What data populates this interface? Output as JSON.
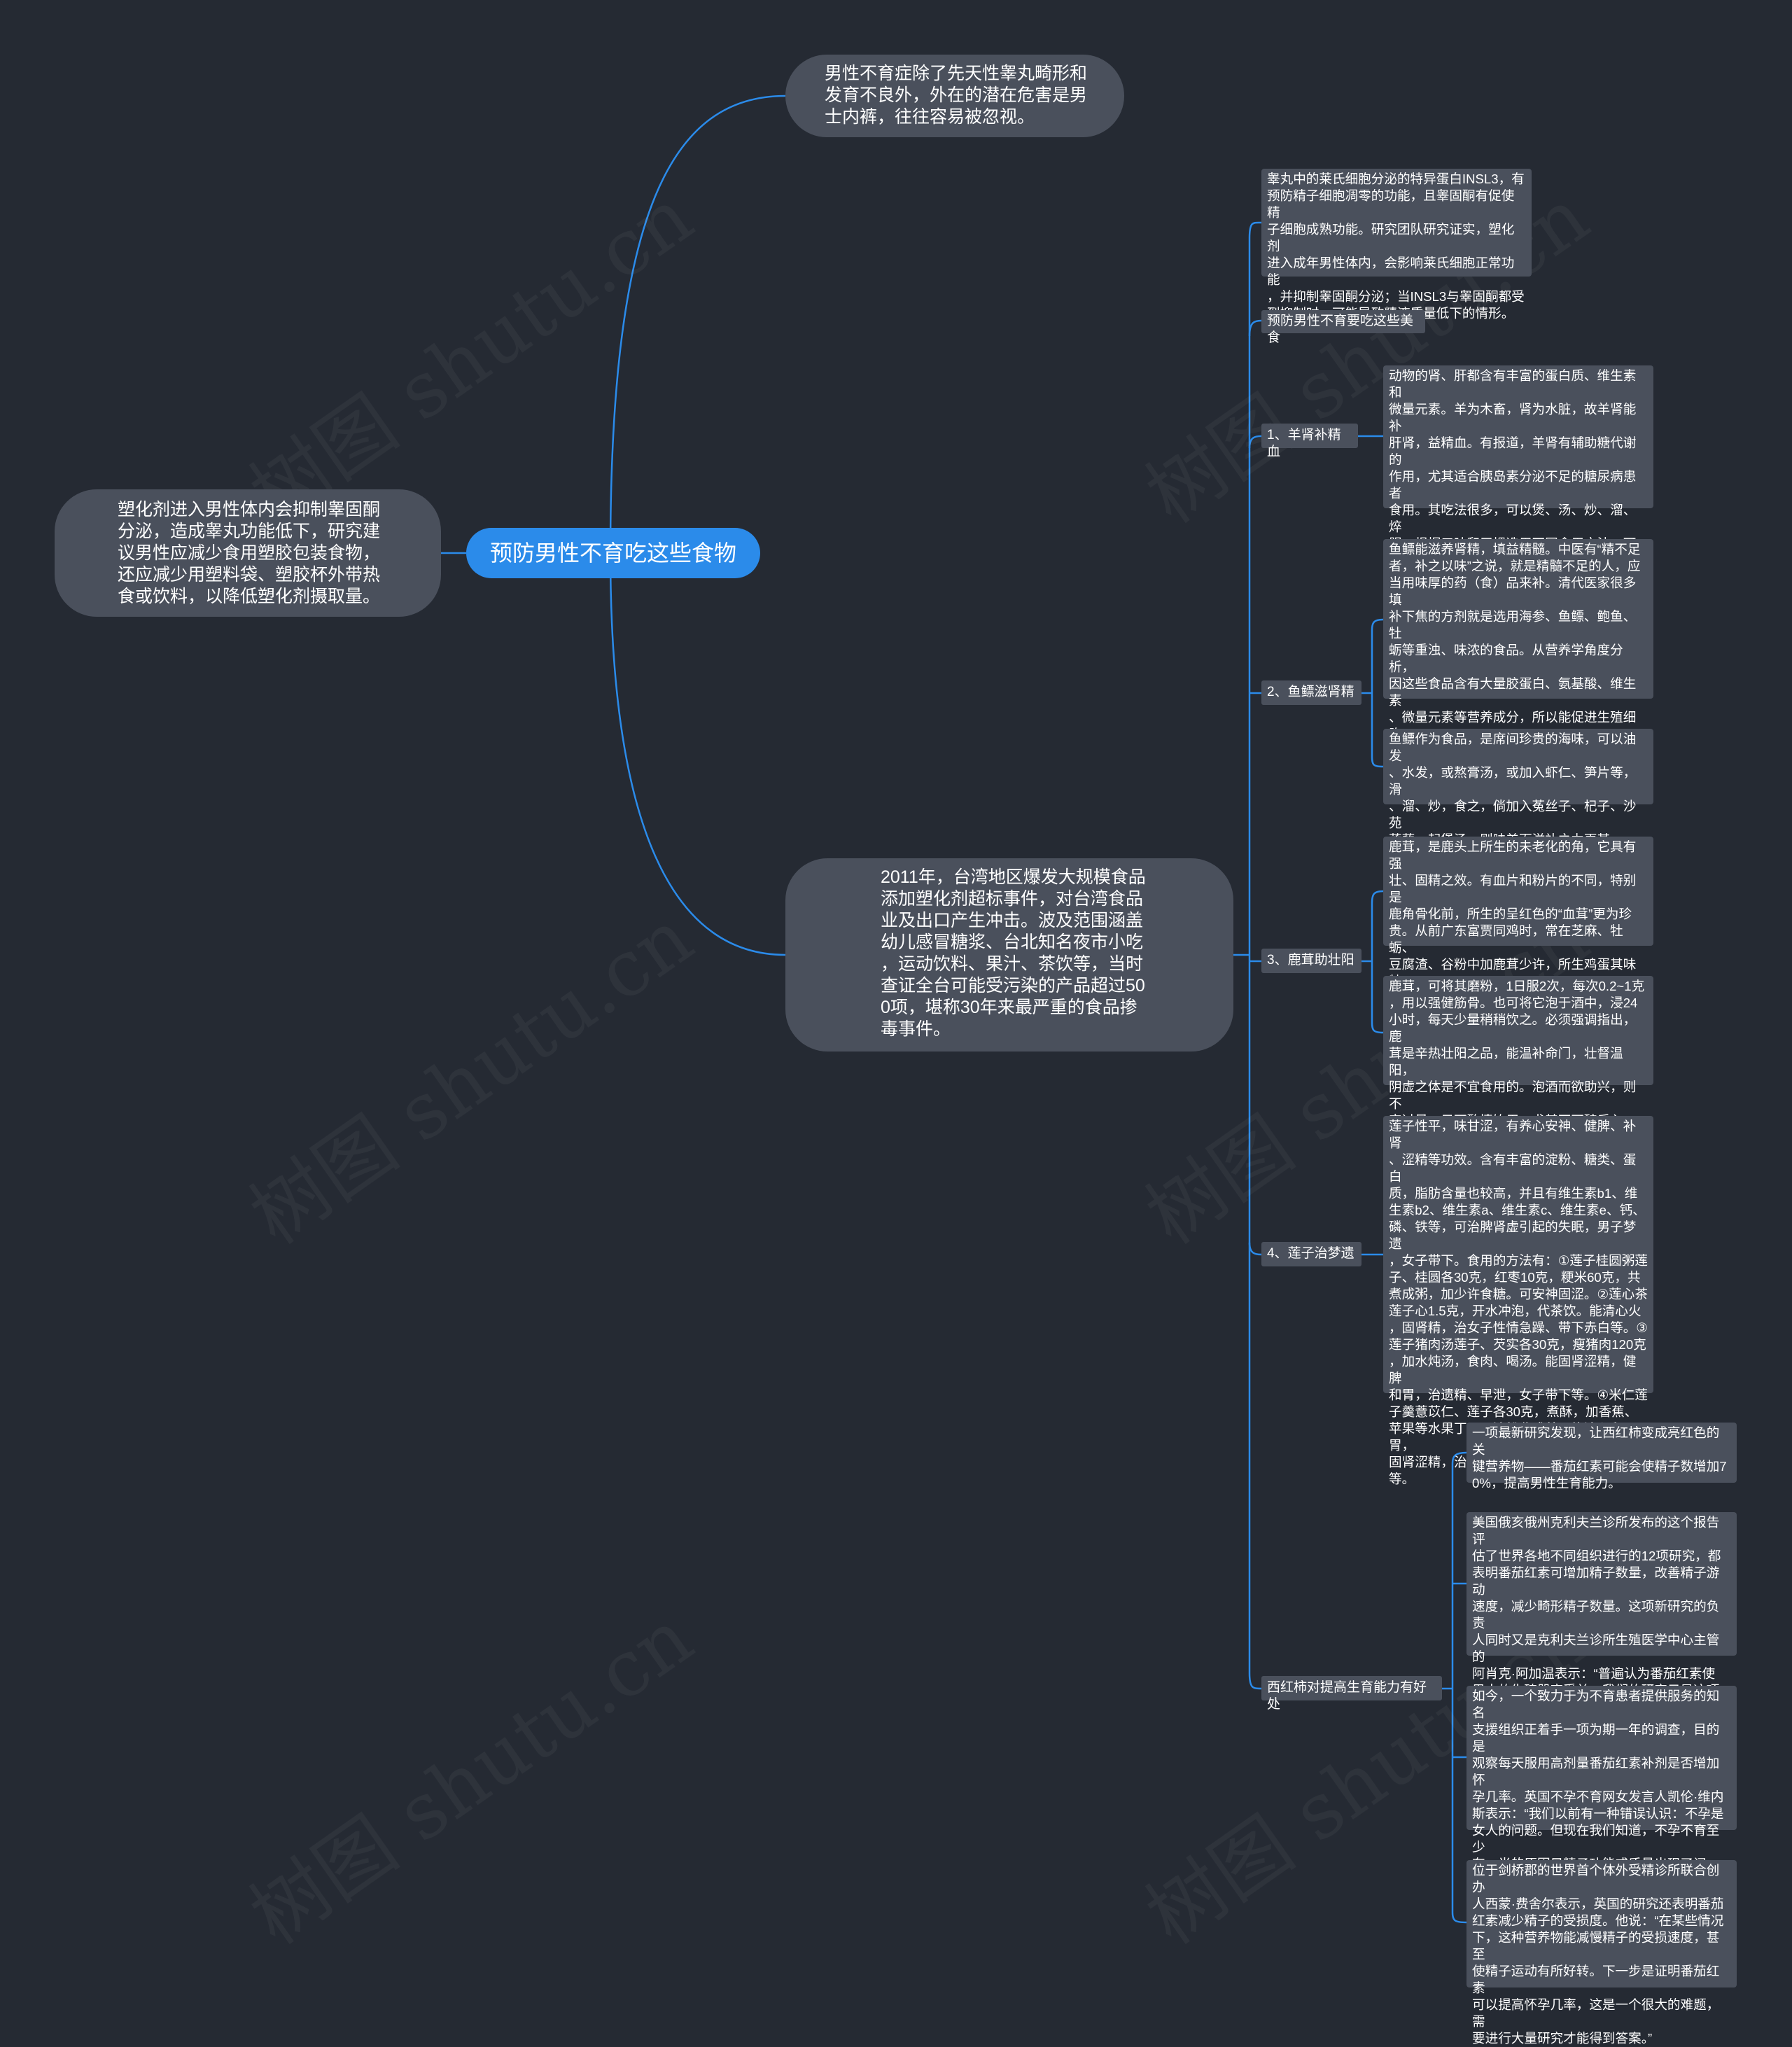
{
  "root": {
    "label": "预防男性不育吃这些食物"
  },
  "watermark": "树图 shutu.cn",
  "accent_color": "#2b8bea",
  "link_color": "#2b8bea",
  "node_color": "#4a505c",
  "background_color": "#252a33",
  "left_node": {
    "text": "塑化剂进入男性体内会抑制睾固酮\n分泌，造成睾丸功能低下，研究建\n议男性应减少食用塑胶包装食物，\n还应减少用塑料袋、塑胶杯外带热\n食或饮料，以降低塑化剂摄取量。"
  },
  "top_node": {
    "text": "男性不育症除了先天性睾丸畸形和\n发育不良外，外在的潜在危害是男\n士内裤，往往容易被忽视。"
  },
  "main_node": {
    "text": "2011年，台湾地区爆发大规模食品\n添加塑化剂超标事件，对台湾食品\n业及出口产生冲击。波及范围涵盖\n幼儿感冒糖浆、台北知名夜市小吃\n，运动饮料、果汁、茶饮等，当时\n查证全台可能受污染的产品超过50\n0项，堪称30年来最严重的食品掺\n毒事件。"
  },
  "intro": {
    "text": "睾丸中的莱氏细胞分泌的特异蛋白INSL3，有\n预防精子细胞凋零的功能，且睾固酮有促使精\n子细胞成熟功能。研究团队研究证实，塑化剂\n进入成年男性体内，会影响莱氏细胞正常功能\n，并抑制睾固酮分泌；当INSL3与睾固酮都受\n到抑制时，可能导致精液质量低下的情形。"
  },
  "foods_title": {
    "text": "预防男性不育要吃这些美食"
  },
  "sections": [
    {
      "label": "1、羊肾补精血",
      "details": [
        "动物的肾、肝都含有丰富的蛋白质、维生素和\n微量元素。羊为木畜，肾为水脏，故羊肾能补\n肝肾，益精血。有报道，羊肾有辅助糖代谢的\n作用，尤其适合胰岛素分泌不足的糖尿病患者\n食用。其吃法很多，可以煲、汤、炒、溜、焠\n服，根据口味和习惯选用不同食用方法。可以\n促进代谢、消除疲劳和补精血，若与韭菜、大\n蒜同炒，则其强壮作用更甚。"
      ]
    },
    {
      "label": "2、鱼鳔滋肾精",
      "details": [
        "鱼鳔能滋养肾精，填益精髓。中医有“精不足\n者，补之以味”之说，就是精髓不足的人，应\n当用味厚的药（食）品来补。清代医家很多填\n补下焦的方剂就是选用海参、鱼鳔、鲍鱼、牡\n蛎等重浊、味浓的食品。从营养学角度分析，\n因这些食品含有大量胶蛋白、氨基酸、维生素\n、微量元素等营养成分，所以能促进生殖细胞\n的生长、发育，用治女性的月经失调、崩中、\n带下等效果颇佳。",
        "鱼鳔作为食品，是席间珍贵的海味，可以油发\n、水发，或熬膏汤，或加入虾仁、笋片等，滑\n、溜、炒，食之，倘加入菟丝子、杞子、沙苑\n蒺藜一起煲汤，则味美而滋补之力更甚。"
      ]
    },
    {
      "label": "3、鹿茸助壮阳",
      "details": [
        "鹿茸，是鹿头上所生的未老化的角，它具有强\n壮、固精之效。有血片和粉片的不同，特别是\n鹿角骨化前，所生的呈红色的“血茸”更为珍\n贵。从前广东富贾同鸡时，常在芝麻、牡蛎、\n豆腐渣、谷粉中加鹿茸少许，所生鸡蛋其味特\n佳，且有助精壮阳作用。",
        "鹿茸，可将其磨粉，1日服2次，每次0.2~1克\n，用以强健筋骨。也可将它泡于酒中，浸24\n小时，每天少量稍稍饮之。必须强调指出，鹿\n茸是辛热壮阳之品，能温补命门，壮督温阳，\n阴虚之体是不宜食用的。泡酒而欲助兴，则不\n宜过量，只可酌情饮用，尤其不可醉后入房。"
      ]
    },
    {
      "label": "4、莲子治梦遗",
      "details": [
        "莲子性平，味甘涩，有养心安神、健脾、补肾\n、涩精等功效。含有丰富的淀粉、糖类、蛋白\n质，脂肪含量也较高，并且有维生素b1、维\n生素b2、维生素a、维生素c、维生素e、钙、\n磷、铁等，可治脾肾虚引起的失眠，男子梦遗\n，女子带下。食用的方法有：①莲子桂圆粥莲\n子、桂圆各30克，红枣10克，粳米60克，共\n煮成粥，加少许食糖。可安神固涩。②莲心茶\n莲子心1.5克，开水冲泡，代茶饮。能清心火\n，固肾精，治女子性情急躁、带下赤白等。③\n莲子猪肉汤莲子、芡实各30克，瘦猪肉120克\n，加水炖汤，食肉、喝汤。能固肾涩精，健脾\n和胃，治遗精、早泄，女子带下等。④米仁莲\n子羹薏苡仁、莲子各30克，煮酥，加香蕉、\n苹果等水果丁，用淀粉收成羹。能清心和胃，\n固肾涩精，治女子带下，男子遗精、多梦等。"
      ]
    },
    {
      "label": "西红柿对提高生育能力有好处",
      "details": [
        "一项最新研究发现，让西红柿变成亮红色的关\n键营养物——番茄红素可能会使精子数增加7\n0%，提高男性生育能力。",
        "美国俄亥俄州克利夫兰诊所发布的这个报告评\n估了世界各地不同组织进行的12项研究，都\n表明番茄红素可增加精子数量，改善精子游动\n速度，减少畸形精子数量。这项新研究的负责\n人同时又是克利夫兰诊所生殖医学中心主管的\n阿肖克·阿加温表示：“普遍认为番茄红素使\n男人的生殖器官受益，我们的研究只是这项理\n论的一部分。”",
        "如今，一个致力于为不育患者提供服务的知名\n支援组织正着手一项为期一年的调查，目的是\n观察每天服用高剂量番茄红素补剂是否增加怀\n孕几率。英国不孕不育网女发言人凯伦·维内\n斯表示：“我们以前有一种错误认识：不孕是\n女人的问题。但现在我们知道，不孕不育至少\n有一半的原因是精子功能或质量出现了问题。\n”",
        "位于剑桥郡的世界首个体外受精诊所联合创办\n人西蒙·费舍尔表示，英国的研究还表明番茄\n红素减少精子的受损度。他说：“在某些情况\n下，这种营养物能减慢精子的受损速度，甚至\n使精子运动有所好转。下一步是证明番茄红素\n可以提高怀孕几率，这是一个很大的难题，需\n要进行大量研究才能得到答案。”"
      ]
    }
  ]
}
